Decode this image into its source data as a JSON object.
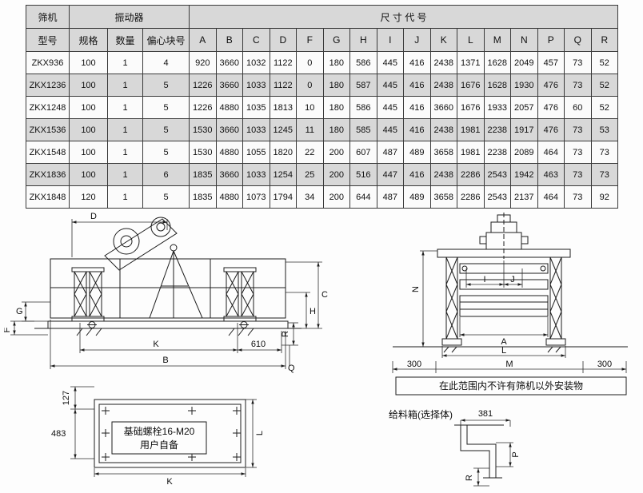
{
  "table": {
    "headers": {
      "machine_group": "筛机",
      "model": "型号",
      "vibrator_group": "振动器",
      "spec": "规格",
      "qty": "数量",
      "eccentric": "偏心块号",
      "dims_group": "尺  寸  代  号",
      "dim_cols": [
        "A",
        "B",
        "C",
        "D",
        "F",
        "G",
        "H",
        "I",
        "J",
        "K",
        "L",
        "M",
        "N",
        "P",
        "Q",
        "R"
      ]
    },
    "rows": [
      {
        "model": "ZKX936",
        "spec": "100",
        "qty": "1",
        "ecc": "4",
        "dims": [
          "920",
          "3660",
          "1032",
          "1122",
          "0",
          "180",
          "586",
          "445",
          "416",
          "2438",
          "1371",
          "1628",
          "2049",
          "457",
          "73",
          "52"
        ]
      },
      {
        "model": "ZKX1236",
        "spec": "100",
        "qty": "1",
        "ecc": "5",
        "dims": [
          "1226",
          "3660",
          "1033",
          "1122",
          "0",
          "180",
          "587",
          "445",
          "416",
          "2438",
          "1676",
          "1628",
          "1930",
          "476",
          "73",
          "52"
        ]
      },
      {
        "model": "ZKX1248",
        "spec": "100",
        "qty": "1",
        "ecc": "5",
        "dims": [
          "1226",
          "4880",
          "1035",
          "1813",
          "10",
          "180",
          "586",
          "445",
          "416",
          "3660",
          "1676",
          "1933",
          "2057",
          "476",
          "60",
          "52"
        ]
      },
      {
        "model": "ZKX1536",
        "spec": "100",
        "qty": "1",
        "ecc": "5",
        "dims": [
          "1530",
          "3660",
          "1033",
          "1245",
          "11",
          "180",
          "585",
          "445",
          "416",
          "2438",
          "1981",
          "2238",
          "1917",
          "476",
          "73",
          "53"
        ]
      },
      {
        "model": "ZKX1548",
        "spec": "100",
        "qty": "1",
        "ecc": "5",
        "dims": [
          "1530",
          "4880",
          "1055",
          "1820",
          "22",
          "200",
          "607",
          "487",
          "489",
          "3658",
          "1981",
          "2238",
          "2089",
          "464",
          "73",
          "73"
        ]
      },
      {
        "model": "ZKX1836",
        "spec": "100",
        "qty": "1",
        "ecc": "6",
        "dims": [
          "1835",
          "3660",
          "1033",
          "1254",
          "25",
          "200",
          "516",
          "447",
          "416",
          "2438",
          "2286",
          "2543",
          "1942",
          "463",
          "73",
          "73"
        ]
      },
      {
        "model": "ZKX1848",
        "spec": "120",
        "qty": "1",
        "ecc": "5",
        "dims": [
          "1835",
          "4880",
          "1073",
          "1794",
          "34",
          "200",
          "644",
          "487",
          "489",
          "3658",
          "2286",
          "2543",
          "2137",
          "464",
          "73",
          "92"
        ]
      }
    ]
  },
  "side_view": {
    "d": "D",
    "c": "C",
    "g": "G",
    "f": "F",
    "h": "H",
    "r": "R",
    "k": "K",
    "dim610": "610",
    "b": "B",
    "q": "Q"
  },
  "end_view": {
    "n": "N",
    "i": "I",
    "j": "J",
    "a": "A",
    "l": "L",
    "m": "M",
    "left300": "300",
    "right300": "300",
    "note": "在此范围内不许有筛机以外安装物"
  },
  "foundation": {
    "dim127": "127",
    "dim483": "483",
    "bolt_line1": "基础螺栓16-M20",
    "bolt_line2": "用户自备",
    "k": "K",
    "l": "L"
  },
  "feedbox": {
    "title": "给料箱(选择体)",
    "dim381": "381",
    "p": "P",
    "r": "R"
  }
}
